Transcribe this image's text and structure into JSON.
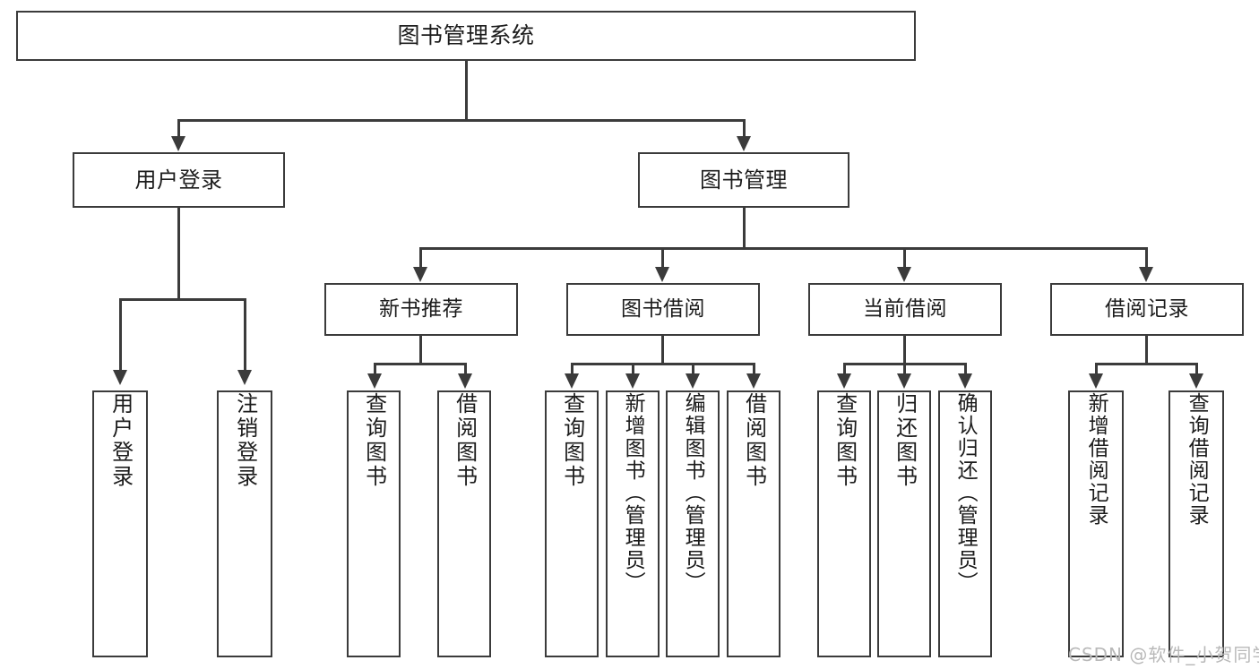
{
  "diagram": {
    "title": "图书管理系统",
    "type": "tree",
    "watermark": "CSDN @软件_小贺同学",
    "colors": {
      "stroke": "#3b3b3b",
      "background": "#ffffff",
      "text": "#1c1c1c",
      "watermark": "#b9b9b9"
    },
    "root": {
      "label": "图书管理系统"
    },
    "level2": [
      {
        "label": "用户登录"
      },
      {
        "label": "图书管理"
      }
    ],
    "level3": [
      {
        "label": "新书推荐"
      },
      {
        "label": "图书借阅"
      },
      {
        "label": "当前借阅"
      },
      {
        "label": "借阅记录"
      }
    ],
    "leaves": {
      "user_login": [
        {
          "label": "用户登录"
        },
        {
          "label": "注销登录"
        }
      ],
      "new_book_recommend": [
        {
          "label": "查询图书"
        },
        {
          "label": "借阅图书"
        }
      ],
      "book_borrow": [
        {
          "label": "查询图书"
        },
        {
          "label": "新增图书（管理员）"
        },
        {
          "label": "编辑图书（管理员）"
        },
        {
          "label": "借阅图书"
        }
      ],
      "current_borrow": [
        {
          "label": "查询图书"
        },
        {
          "label": "归还图书"
        },
        {
          "label": "确认归还（管理员）"
        }
      ],
      "borrow_record": [
        {
          "label": "新增借阅记录"
        },
        {
          "label": "查询借阅记录"
        }
      ]
    }
  }
}
